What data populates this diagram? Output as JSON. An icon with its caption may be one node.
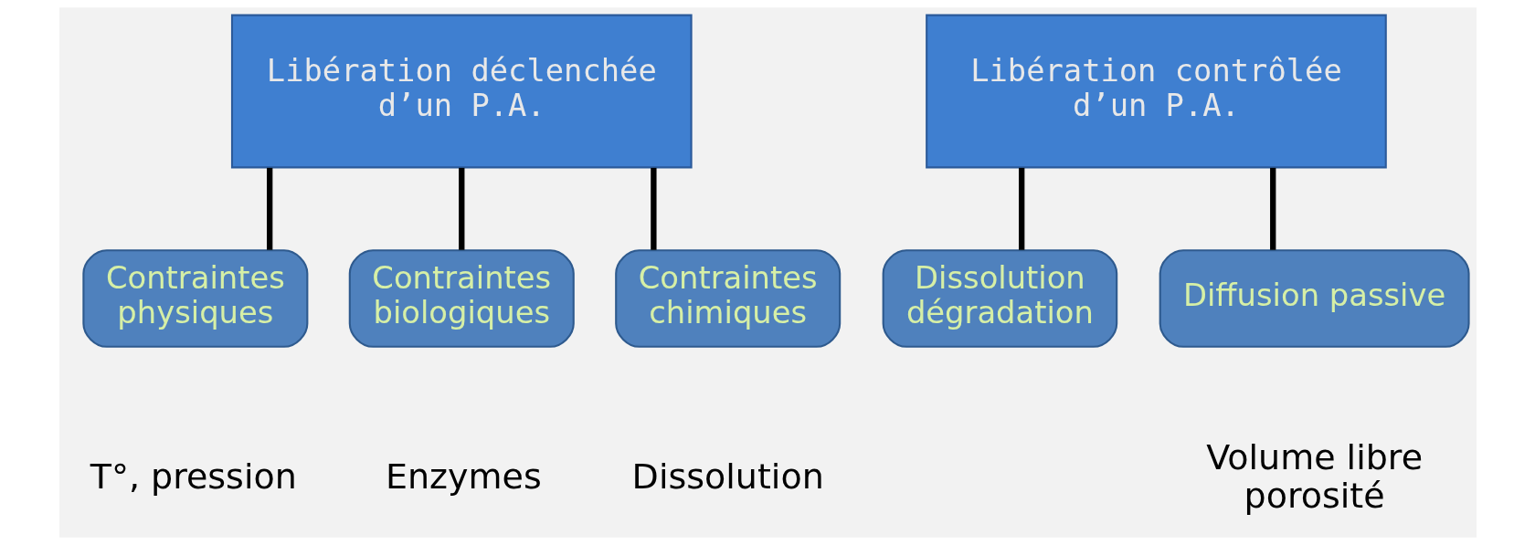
{
  "diagram": {
    "nodes": [
      {
        "text": [
          "Libération déclenchée d’un P.A."
        ]
      },
      {
        "text": [
          "Libération contrôlée d’un P.A."
        ]
      },
      {
        "text": [
          "Contraintes physiques"
        ],
        "beside": [
          "T°, pression"
        ]
      },
      {
        "text": [
          "Contraintes biologiques"
        ],
        "beside": [
          "Enzymes"
        ]
      },
      {
        "text": [
          "Contraintes chimiques"
        ],
        "beside": [
          "Dissolution"
        ]
      },
      {
        "text": [
          "Dissolution dégradation"
        ]
      },
      {
        "text": [
          "Diffusion passive"
        ],
        "beside": [
          "Volume libre porosité"
        ]
      }
    ],
    "edges": [
      {
        "from": 0,
        "to": 2,
        "arrow": "none"
      },
      {
        "from": 0,
        "to": 3,
        "arrow": "none"
      },
      {
        "from": 0,
        "to": 4,
        "arrow": "none"
      },
      {
        "from": 1,
        "to": 5,
        "arrow": "none"
      },
      {
        "from": 1,
        "to": 6,
        "arrow": "none"
      }
    ]
  }
}
